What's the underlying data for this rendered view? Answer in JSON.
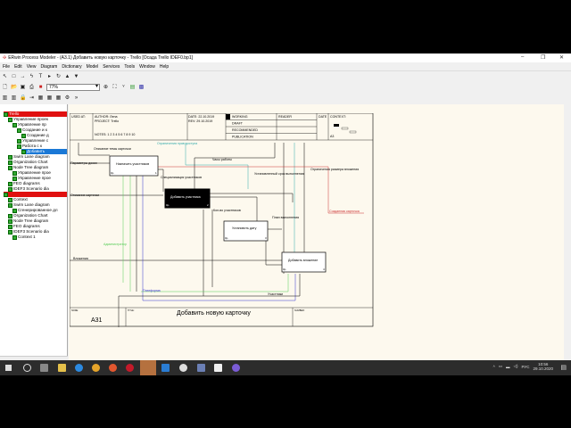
{
  "window": {
    "title": "ERwin Process Modeler - (A3.1) Добавить новую карточку - Trello  [Осада Trello IDEF0.bp1]",
    "minimize": "–",
    "restore": "❐",
    "close": "✕"
  },
  "menu": [
    "File",
    "Edit",
    "View",
    "Diagram",
    "Dictionary",
    "Model",
    "Services",
    "Tools",
    "Window",
    "Help"
  ],
  "toolbar": {
    "zoom_value": "77%"
  },
  "tree": [
    {
      "label": "Trello",
      "level": 0,
      "style": "red"
    },
    {
      "label": "Управление проек",
      "level": 1
    },
    {
      "label": "Управление пр",
      "level": 2
    },
    {
      "label": "Создание и к",
      "level": 3
    },
    {
      "label": "Создание д",
      "level": 4
    },
    {
      "label": "Управление с",
      "level": 3
    },
    {
      "label": "Работа с к",
      "level": 3
    },
    {
      "label": "Добавить",
      "level": 4,
      "style": "sel"
    },
    {
      "label": "Swim Lane diagram",
      "level": 1
    },
    {
      "label": "Organization Chart",
      "level": 1
    },
    {
      "label": "Node Tree diagram",
      "level": 1
    },
    {
      "label": "Управление прое",
      "level": 2
    },
    {
      "label": "Управление прое",
      "level": 2
    },
    {
      "label": "FEO diagrams",
      "level": 1
    },
    {
      "label": "IDEF3 Scenario dia",
      "level": 1
    },
    {
      "label": "",
      "level": 0,
      "style": "red"
    },
    {
      "label": "Context",
      "level": 1
    },
    {
      "label": "Swim Lane diagram",
      "level": 1
    },
    {
      "label": "Сгенерированное дл",
      "level": 2
    },
    {
      "label": "Organization Chart",
      "level": 1
    },
    {
      "label": "Node Tree diagram",
      "level": 1
    },
    {
      "label": "FEO diagrams",
      "level": 1
    },
    {
      "label": "IDEF3 Scenario dia",
      "level": 1
    },
    {
      "label": "Context 1",
      "level": 2
    }
  ],
  "frame": {
    "used_at": "USED AT:",
    "author": "AUTHOR: Лена",
    "project": "PROJECT: Trello",
    "notes": "NOTES: 1 2 3 4 5 6 7 8 9 10",
    "date": "DATE: 22.10.2019",
    "rev": "REV: 29.10.2019",
    "status": [
      "WORKING",
      "DRAFT",
      "RECOMMENDED",
      "PUBLICATION"
    ],
    "reader": "READER",
    "date2": "DATE",
    "context": "CONTEXT:",
    "context_node": "A3",
    "node_label": "NODE:",
    "node": "A31",
    "title_label": "TITLE:",
    "title": "Добавить новую карточку",
    "number_label": "NUMBER:"
  },
  "diagram": {
    "boxes": [
      "Назначить участников",
      "Добавить участника",
      "Установить дату",
      "Добавить вложение"
    ],
    "box_nums": [
      "1",
      "2",
      "3",
      "4"
    ],
    "box_cost": "0р.",
    "arrows": {
      "a1": "Описание темы карточки",
      "a2": "Параметры доски",
      "a3": "Ограничения прав доступа",
      "a4": "Описание карточки",
      "a5": "Специализация участников",
      "a6": "Часы работы",
      "a7": "Установленный срок выполнения",
      "a8": "Ограничения размера вложения",
      "a9": "Созданная карточка",
      "a10": "Кол-во участников",
      "a11": "План выполнения",
      "a12": "Администратор",
      "a13": "Вложения",
      "a14": "Платформа",
      "a15": "Участники"
    },
    "colors": {
      "green": "#5c5",
      "blue": "#33c",
      "teal": "#3aa",
      "red": "#c33"
    }
  },
  "taskbar": {
    "lang": "РУС",
    "time": "10:56",
    "date": "29.10.2020"
  }
}
